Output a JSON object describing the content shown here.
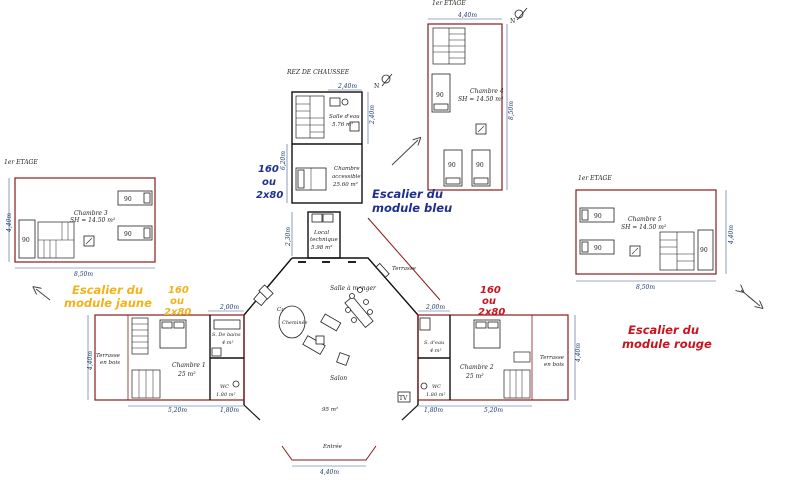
{
  "labels": {
    "rdc": "REZ DE CHAUSSEE",
    "etage_top": "1er ETAGE",
    "etage_left": "1er ETAGE",
    "etage_right": "1er ETAGE",
    "salle_eau_top": "Salle d'eau",
    "salle_eau_top_area": "5.76 m²",
    "chambre_acc": "Chambre",
    "chambre_acc2": "accessible",
    "chambre_acc_area": "25.60 m²",
    "local": "Local",
    "local2": "technique",
    "local_area": "5.98 m²",
    "chambre3": "Chambre 3",
    "chambre3_sh": "SH = 14.50 m²",
    "chambre4": "Chambre 4",
    "chambre4_sh": "SH = 14.50 m²",
    "chambre5": "Chambre 5",
    "chambre5_sh": "SH = 14.50 m²",
    "chambre1": "Chambre 1",
    "chambre1_area": "25 m²",
    "chambre2": "Chambre 2",
    "chambre2_area": "25 m²",
    "sdb1": "S. De bains",
    "sdb1_area": "4 m²",
    "sdeau2": "S. d'eau",
    "sdeau2_area": "4 m²",
    "wc1": "WC",
    "wc1_area": "1.80 m²",
    "wc2": "WC",
    "wc2_area": "1.80 m²",
    "salle_manger": "Salle à manger",
    "cuisine": "Cuisine",
    "cheminee": "Cheminée",
    "salon": "Salon",
    "area_95": "95 m²",
    "terrasse": "Terrasse",
    "terrasse_bois_l1": "Terrasse",
    "terrasse_bois_l2": "en bois",
    "terrasse_bois_r1": "Terrasse",
    "terrasse_bois_r2": "en bois",
    "entree": "Entrée",
    "tv": "TV",
    "bed_90": "90"
  },
  "dimensions": {
    "d_240_top": "2,40m",
    "d_240_side": "2,40m",
    "d_620": "6,20m",
    "d_230": "2,30m",
    "d_440_top": "4,40m",
    "d_850_top": "8,50m",
    "d_440_c3": "4,40m",
    "d_850_c3": "8,50m",
    "d_440_c5": "4,40m",
    "d_850_c5": "8,50m",
    "d_200_l": "2,00m",
    "d_200_r": "2,00m",
    "d_440_l": "4,40m",
    "d_440_r": "4,40m",
    "d_520_l": "5,20m",
    "d_180_l": "1,80m",
    "d_180_r": "1,80m",
    "d_520_r": "5,20m",
    "d_440_entree": "4,40m"
  },
  "callouts": {
    "bed_blue_1": "160",
    "bed_blue_2": "ou",
    "bed_blue_3": "2x80",
    "bed_yellow_1": "160",
    "bed_yellow_2": "ou",
    "bed_yellow_3": "2x80",
    "bed_red_1": "160",
    "bed_red_2": "ou",
    "bed_red_3": "2x80",
    "escalier_bleu_1": "Escalier du",
    "escalier_bleu_2": "module bleu",
    "escalier_jaune_1": "Escalier du",
    "escalier_jaune_2": "module jaune",
    "escalier_rouge_1": "Escalier du",
    "escalier_rouge_2": "module rouge"
  },
  "north": "N",
  "colors": {
    "blue": "#1f2f8f",
    "yellow": "#f2b21a",
    "red": "#c8141e",
    "wall": "#8a1a1a"
  }
}
